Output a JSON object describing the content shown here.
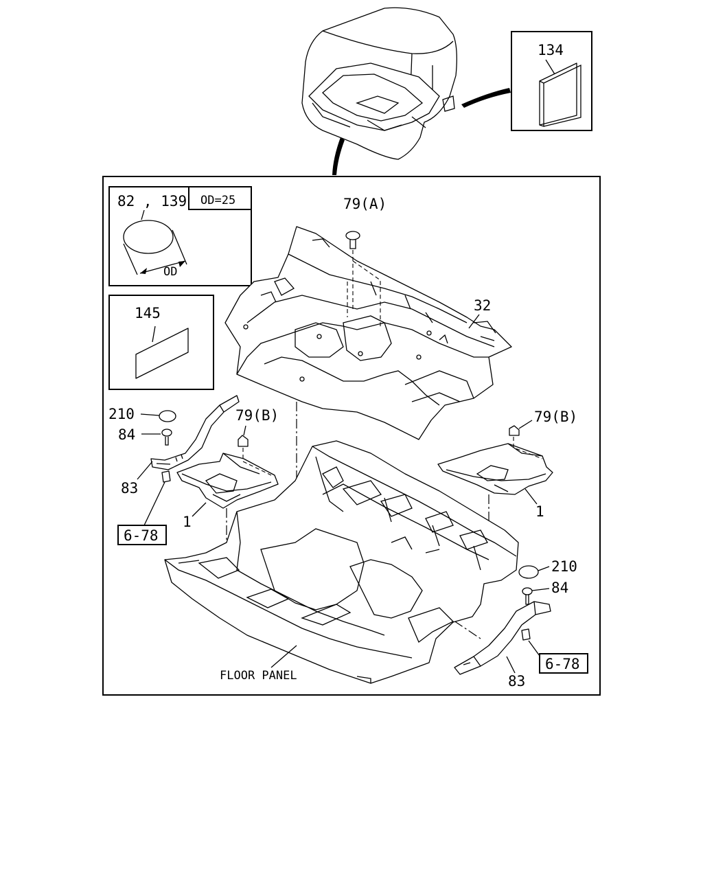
{
  "callouts": {
    "c134": "134",
    "c82_139": "82 , 139",
    "od_spec": "OD=25",
    "od_dim": "OD",
    "c145": "145",
    "c79a": "79(A)",
    "c32": "32",
    "c79b_left": "79(B)",
    "c79b_right": "79(B)",
    "c210_left": "210",
    "c84_left": "84",
    "c83_left": "83",
    "c1_left": "1",
    "ref_678_left": "6-78",
    "c1_right": "1",
    "c210_right": "210",
    "c84_right": "84",
    "ref_678_right": "6-78",
    "c83_right": "83",
    "floor_panel": "FLOOR PANEL"
  }
}
